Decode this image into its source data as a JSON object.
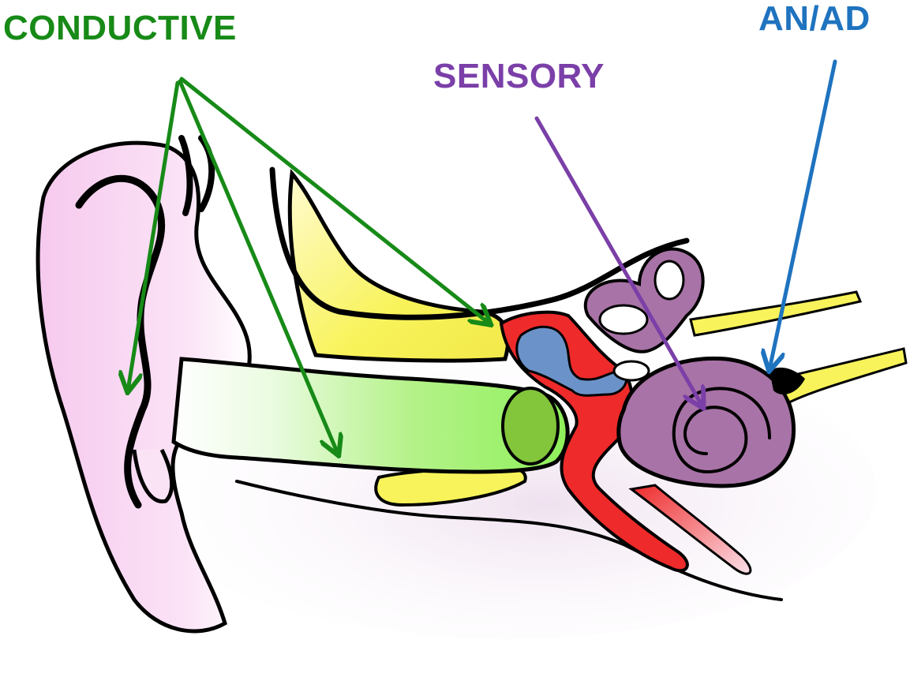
{
  "labels": {
    "conductive": "CONDUCTIVE",
    "sensory": "SENSORY",
    "an_ad": "AN/AD"
  },
  "colors": {
    "conductive": "#178a17",
    "sensory": "#7b3fa8",
    "an_ad": "#1f73bf",
    "outline": "#000000",
    "auricle": "#f6c9ee",
    "ear_canal": "#8ef05a",
    "bone": "#f7f251",
    "ossicles": "#6b93c9",
    "middle_ear": "#ee2a2a",
    "cochlea": "#a873a6",
    "shadow": "#efe1ef"
  },
  "icons": [
    "ear-anatomy-illustration",
    "arrow-icon"
  ]
}
